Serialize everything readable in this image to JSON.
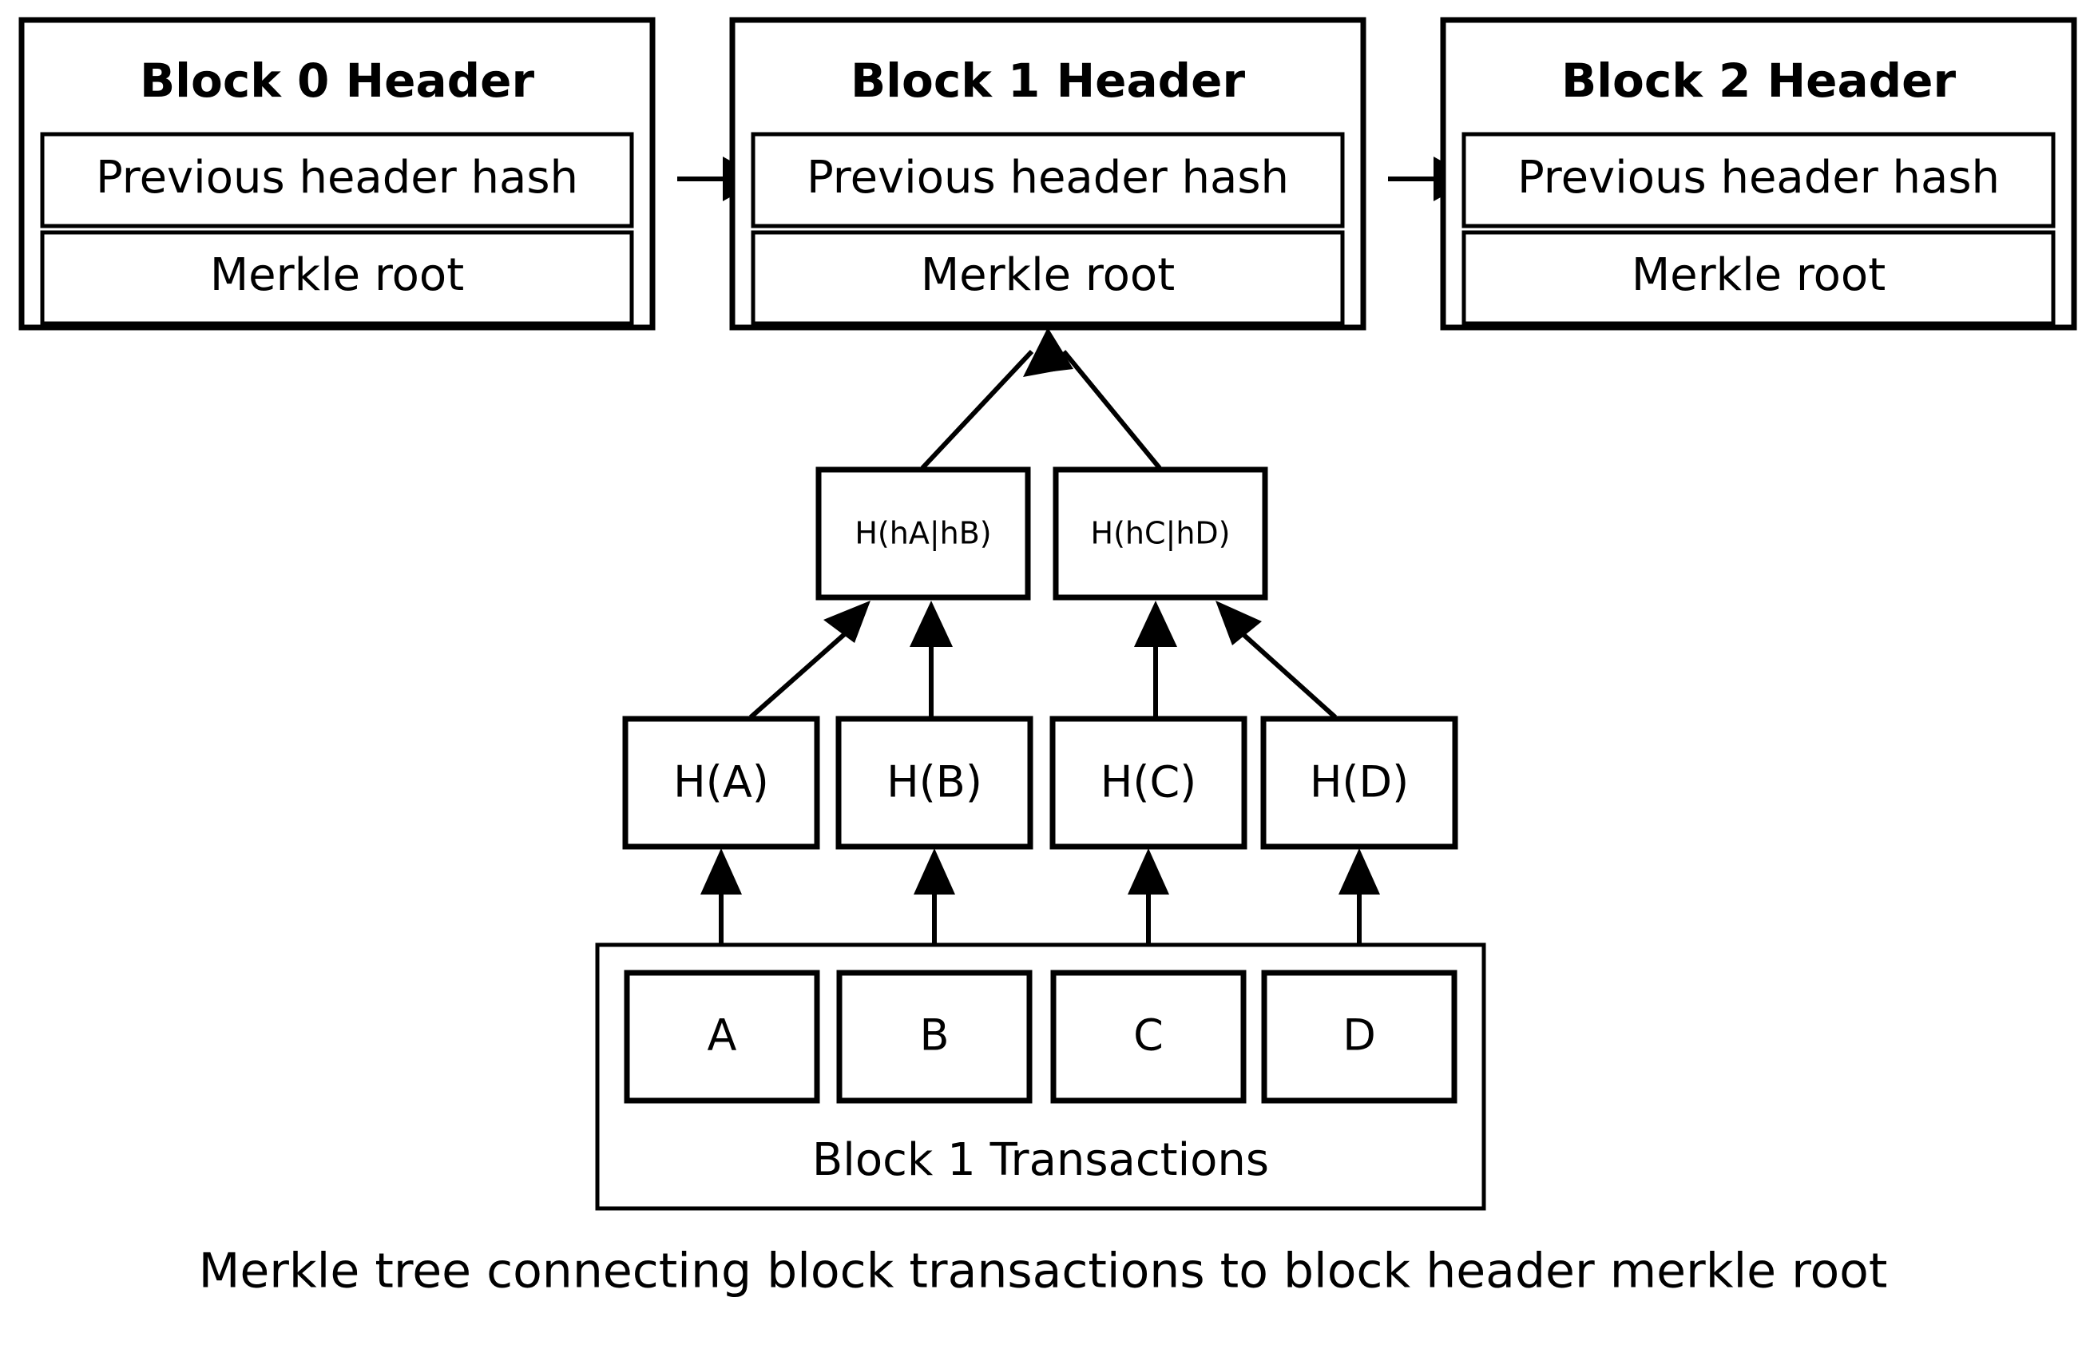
{
  "diagram": {
    "caption": "Merkle tree connecting block transactions to block header merkle root",
    "headers": [
      {
        "id": "block-0",
        "title": "Block 0 Header",
        "fields": [
          "Previous header hash",
          "Merkle root"
        ]
      },
      {
        "id": "block-1",
        "title": "Block 1 Header",
        "fields": [
          "Previous header hash",
          "Merkle root"
        ]
      },
      {
        "id": "block-2",
        "title": "Block 2 Header",
        "fields": [
          "Previous header hash",
          "Merkle root"
        ]
      }
    ],
    "merkle": {
      "internal_nodes": [
        "H(hA|hB)",
        "H(hC|hD)"
      ],
      "leaf_hashes": [
        "H(A)",
        "H(B)",
        "H(C)",
        "H(D)"
      ],
      "transactions": [
        "A",
        "B",
        "C",
        "D"
      ],
      "transactions_group_label": "Block 1 Transactions"
    },
    "colors": {
      "stroke": "#000000",
      "fill": "#ffffff",
      "background": "#ffffff"
    }
  }
}
